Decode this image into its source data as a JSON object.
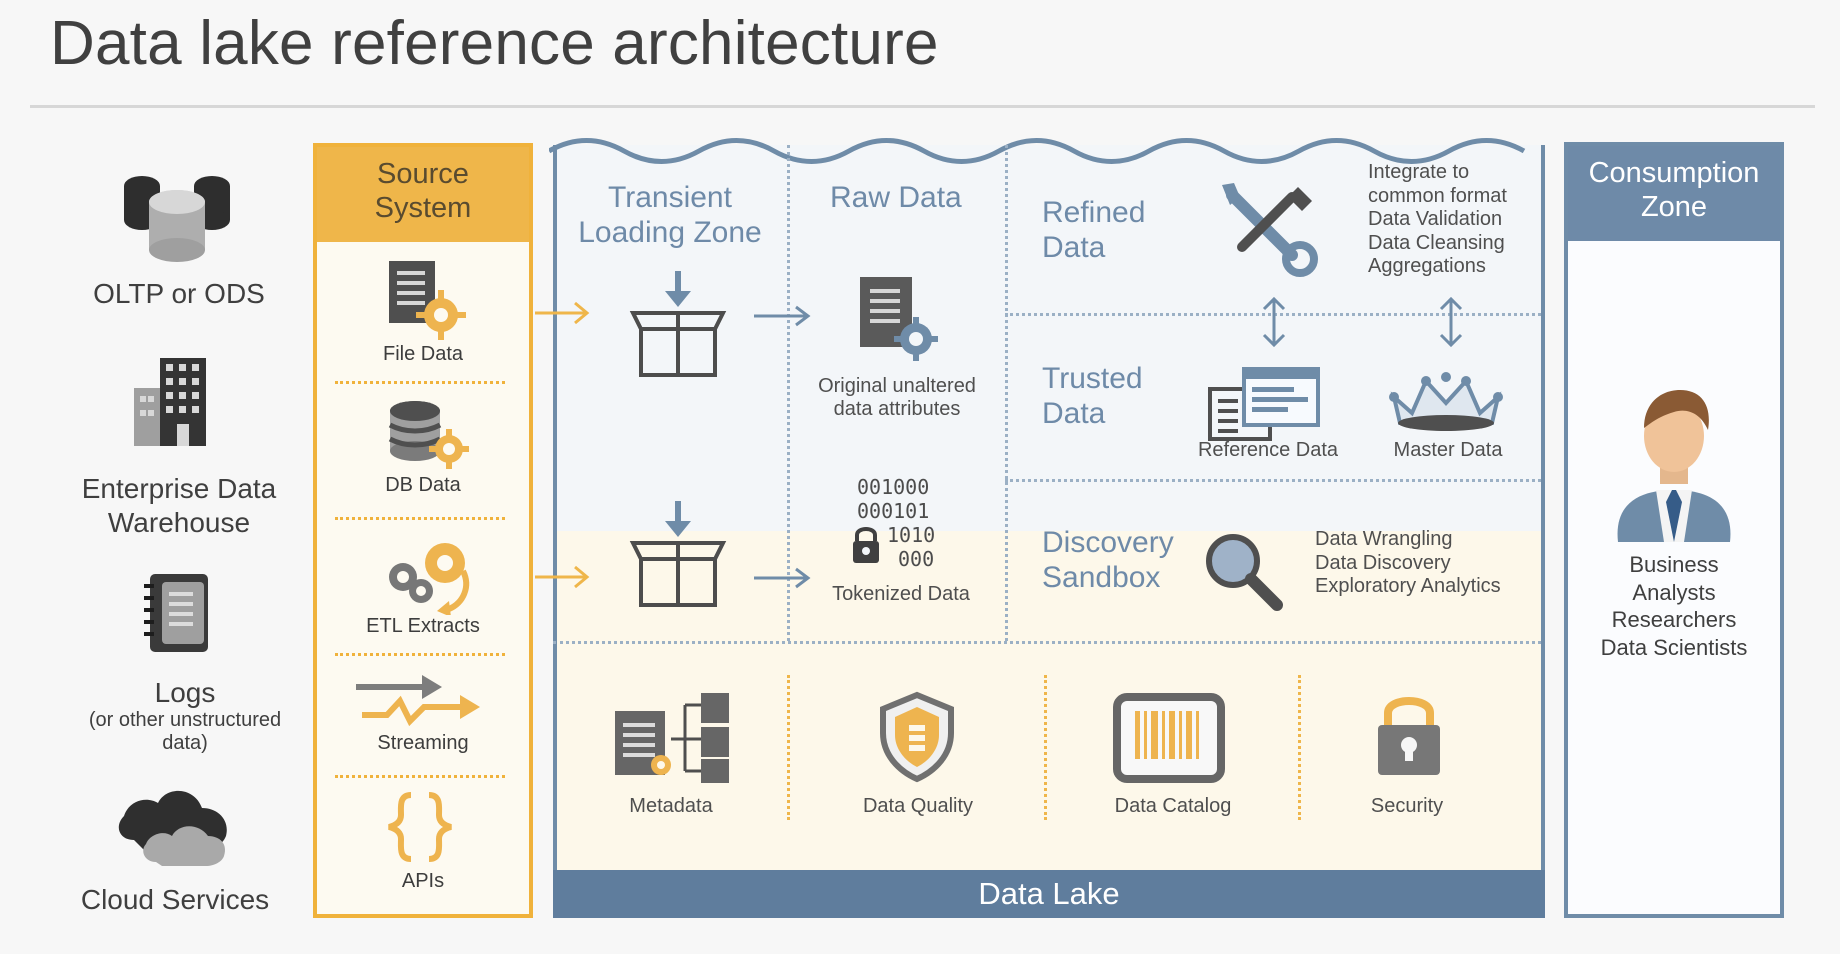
{
  "title": "Data lake reference architecture",
  "sources": [
    {
      "label": "OLTP or ODS",
      "icon": "database-icon"
    },
    {
      "label_line1": "Enterprise Data",
      "label_line2": "Warehouse",
      "icon": "building-icon"
    },
    {
      "label": "Logs",
      "sublabel_line1": "(or other unstructured",
      "sublabel_line2": "data)",
      "icon": "logbook-icon"
    },
    {
      "label": "Cloud Services",
      "icon": "cloud-icon"
    }
  ],
  "source_system": {
    "header_line1": "Source",
    "header_line2": "System",
    "items": [
      {
        "label": "File Data",
        "icon": "file-gear-icon"
      },
      {
        "label": "DB Data",
        "icon": "database-gear-icon"
      },
      {
        "label": "ETL Extracts",
        "icon": "gears-icon"
      },
      {
        "label": "Streaming",
        "icon": "streaming-arrows-icon"
      },
      {
        "label": "APIs",
        "icon": "braces-icon"
      }
    ]
  },
  "data_lake": {
    "label": "Data Lake",
    "transient": {
      "line1": "Transient",
      "line2": "Loading Zone"
    },
    "raw": {
      "label": "Raw Data",
      "desc_line1": "Original unaltered",
      "desc_line2": "data attributes",
      "binary_lines": [
        "001000",
        "000101",
        "1010",
        "000"
      ],
      "tokenized": "Tokenized Data"
    },
    "refined": {
      "line1": "Refined",
      "line2": "Data",
      "notes": [
        "Integrate to",
        "common format",
        "Data Validation",
        "Data Cleansing",
        "Aggregations"
      ]
    },
    "trusted": {
      "line1": "Trusted",
      "line2": "Data",
      "reference": "Reference Data",
      "master": "Master Data"
    },
    "discovery": {
      "line1": "Discovery",
      "line2": "Sandbox",
      "notes": [
        "Data Wrangling",
        "Data Discovery",
        "Exploratory Analytics"
      ]
    },
    "bottom": [
      {
        "label": "Metadata",
        "icon": "metadata-icon"
      },
      {
        "label": "Data Quality",
        "icon": "shield-icon"
      },
      {
        "label": "Data Catalog",
        "icon": "barcode-icon"
      },
      {
        "label": "Security",
        "icon": "lock-icon"
      }
    ]
  },
  "consumption": {
    "header_line1": "Consumption",
    "header_line2": "Zone",
    "consumers": [
      "Business",
      "Analysts",
      "Researchers",
      "Data Scientists"
    ]
  }
}
